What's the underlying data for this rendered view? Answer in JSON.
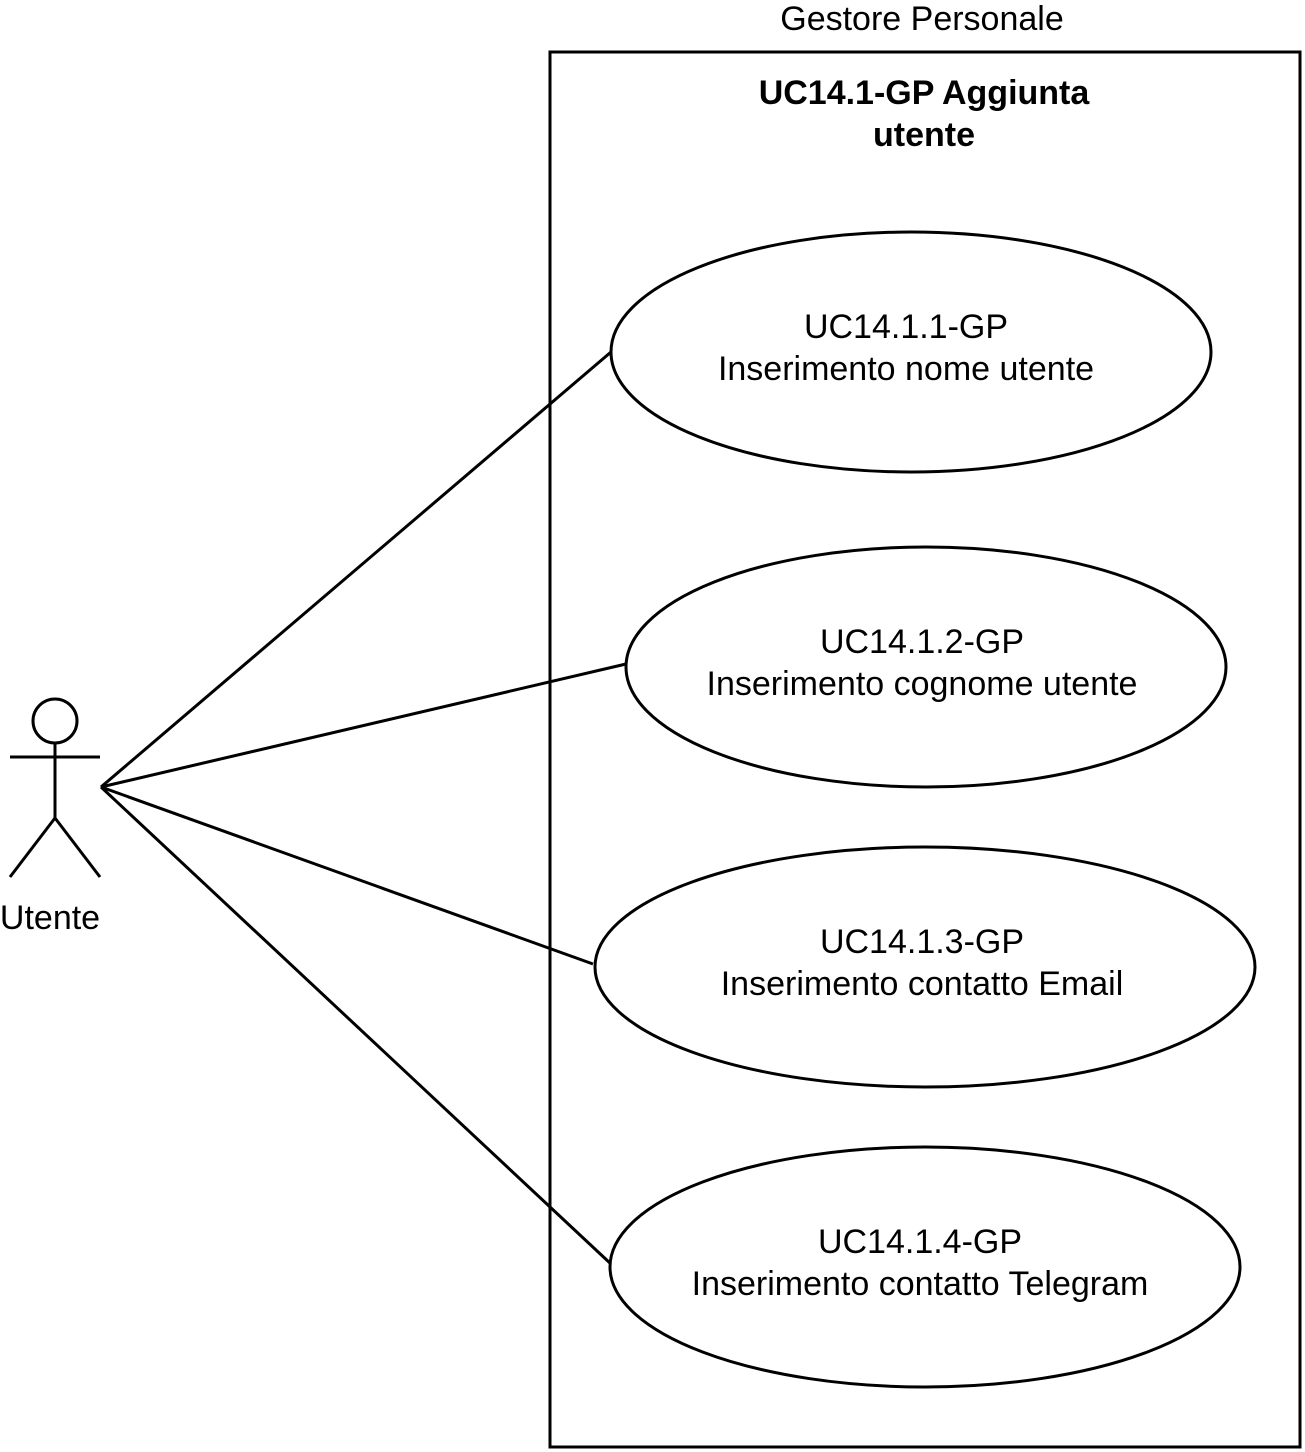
{
  "diagram": {
    "system": {
      "label": "Gestore Personale",
      "title_line1": "UC14.1-GP Aggiunta",
      "title_line2": "utente"
    },
    "actor": {
      "label": "Utente",
      "icon": "stick-figure-actor-icon"
    },
    "use_cases": [
      {
        "code": "UC14.1.1-GP",
        "name": "Inserimento nome utente"
      },
      {
        "code": "UC14.1.2-GP",
        "name": "Inserimento cognome utente"
      },
      {
        "code": "UC14.1.3-GP",
        "name": "Inserimento contatto Email"
      },
      {
        "code": "UC14.1.4-GP",
        "name": "Inserimento contatto Telegram"
      }
    ],
    "associations": [
      {
        "from": "Utente",
        "to": "UC14.1.1-GP"
      },
      {
        "from": "Utente",
        "to": "UC14.1.2-GP"
      },
      {
        "from": "Utente",
        "to": "UC14.1.3-GP"
      },
      {
        "from": "Utente",
        "to": "UC14.1.4-GP"
      }
    ]
  }
}
